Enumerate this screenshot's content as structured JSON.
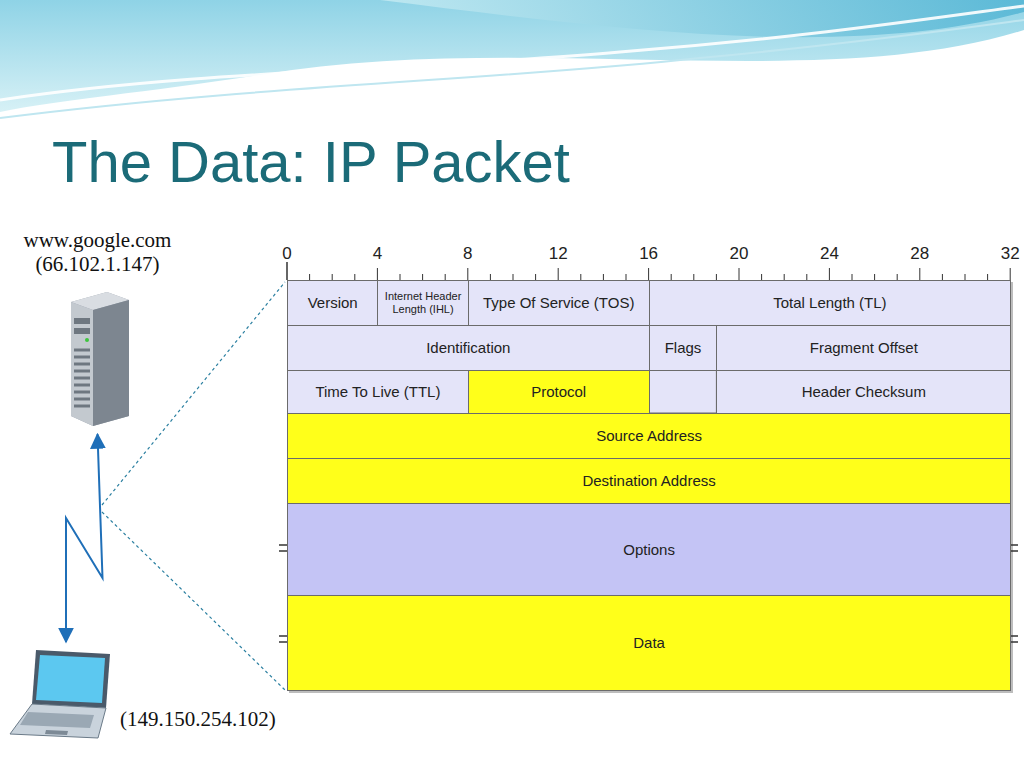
{
  "diagram": {
    "title": "The Data: IP Packet",
    "nodes": [
      {
        "text": [
          "www.google.com",
          "(66.102.1.147)"
        ]
      },
      {
        "text": [
          "Version"
        ]
      },
      {
        "text": [
          "Internet Header Length (IHL)"
        ]
      },
      {
        "text": [
          "Type Of Service (TOS)"
        ]
      },
      {
        "text": [
          "Total Length (TL)"
        ]
      },
      {
        "text": [
          "Identification"
        ]
      },
      {
        "text": [
          "Flags"
        ]
      },
      {
        "text": [
          "Fragment Offset"
        ]
      },
      {
        "text": [
          "Time To Live (TTL)"
        ]
      },
      {
        "text": [
          "Protocol"
        ]
      },
      {
        "text": [
          "Header Checksum"
        ]
      },
      {
        "text": [
          "Source Address"
        ]
      },
      {
        "text": [
          "Destination Address"
        ]
      },
      {
        "text": [
          "Options"
        ]
      },
      {
        "text": [
          "Data"
        ]
      },
      {
        "text": [
          "(149.150.254.102)"
        ]
      }
    ],
    "edges": [
      {
        "from": 0,
        "to": 15,
        "arrow": "both"
      }
    ],
    "labels": [
      "0",
      "4",
      "8",
      "12",
      "16",
      "20",
      "24",
      "28",
      "32"
    ]
  }
}
